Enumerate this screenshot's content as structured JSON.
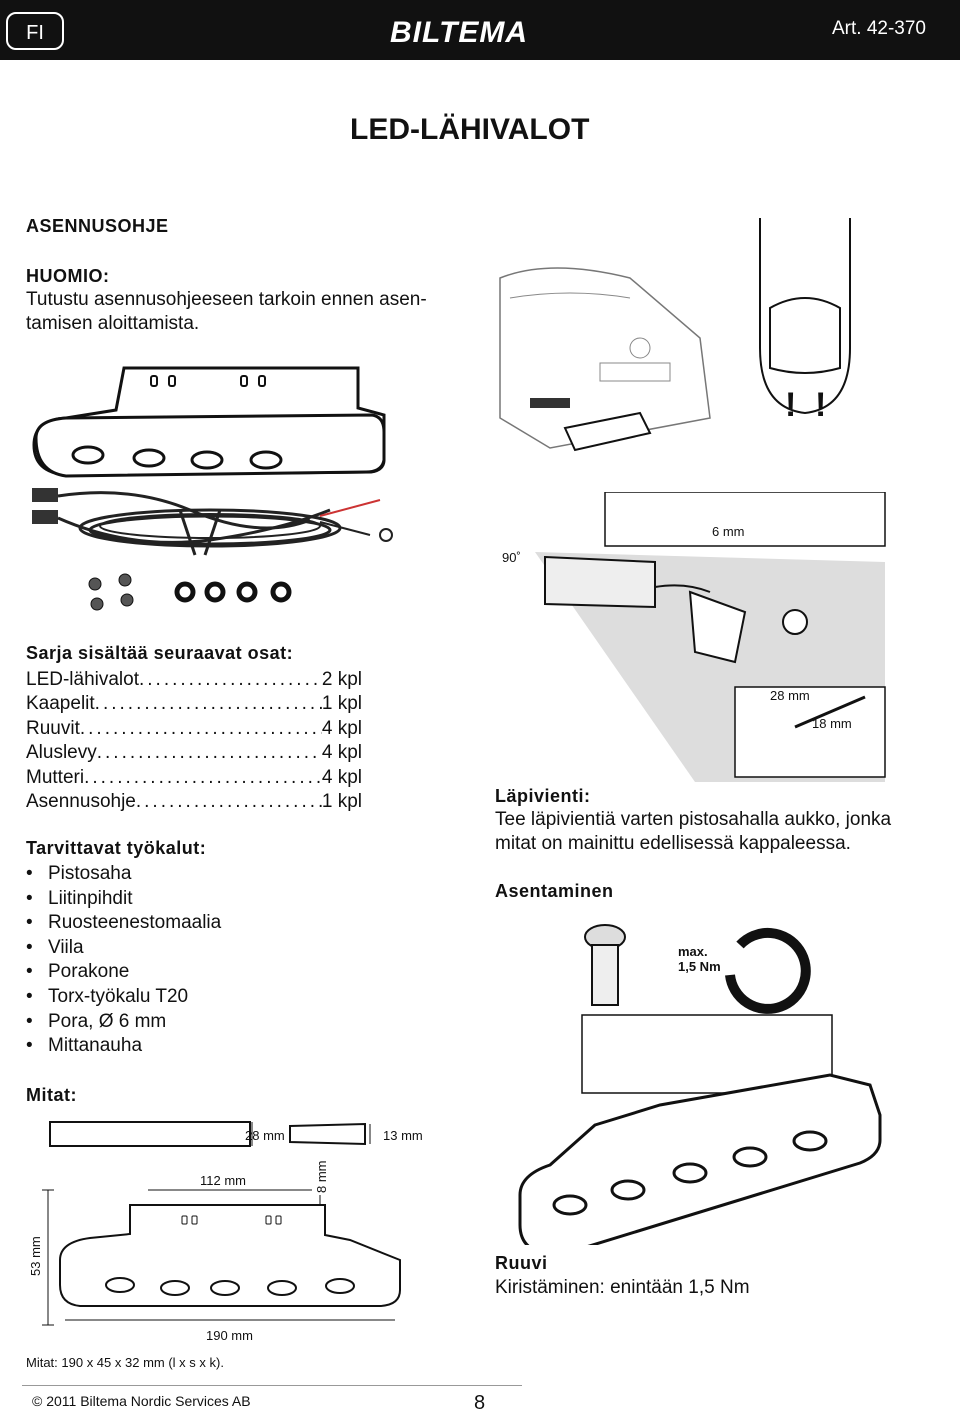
{
  "header": {
    "lang_badge": "FI",
    "brand": "BILTEMA",
    "article": "Art. 42-370"
  },
  "title": "LED-LÄHIVALOT",
  "install_heading": "ASENNUSOHJE",
  "note": {
    "heading": "HUOMIO:",
    "line1": "Tutustu asennusohjeeseen tarkoin ennen asen-",
    "line2": "tamisen aloittamista."
  },
  "kit": {
    "heading": "Sarja sisältää seuraavat osat:",
    "items": [
      {
        "label": "LED-lähivalot",
        "qty": "2 kpl"
      },
      {
        "label": "Kaapelit",
        "qty": "1 kpl"
      },
      {
        "label": "Ruuvit",
        "qty": "4 kpl"
      },
      {
        "label": "Aluslevy",
        "qty": "4 kpl"
      },
      {
        "label": "Mutteri",
        "qty": "4 kpl"
      },
      {
        "label": "Asennusohje",
        "qty": "1 kpl"
      }
    ]
  },
  "tools": {
    "heading": "Tarvittavat työkalut:",
    "items": [
      "Pistosaha",
      "Liitinpihdit",
      "Ruosteenestomaalia",
      "Viila",
      "Porakone",
      "Torx-työkalu T20",
      "Pora, Ø 6 mm",
      "Mittanauha"
    ]
  },
  "dimensions": {
    "heading": "Mitat:",
    "side_height": "28 mm",
    "plug_length": "13 mm",
    "bracket_width": "112 mm",
    "bracket_height": "8 mm",
    "total_height": "53 mm",
    "total_width": "190 mm",
    "caption": "Mitat: 190 x 45 x 32 mm (l x s x k)."
  },
  "drill_diagram": {
    "drill_size": "6 mm",
    "angle": "90˚",
    "hole_width": "28 mm",
    "hole_height": "18 mm"
  },
  "passthrough": {
    "heading": "Läpivienti:",
    "line1": "Tee läpivientiä varten pistosahalla aukko, jonka",
    "line2": "mitat on mainittu edellisessä kappaleessa."
  },
  "mounting": {
    "heading": "Asentaminen",
    "torque_badge_line1": "max.",
    "torque_badge_line2": "1,5 Nm"
  },
  "screw": {
    "heading": "Ruuvi",
    "text": "Kiristäminen: enintään 1,5 Nm"
  },
  "footer": {
    "copyright": "© 2011 Biltema Nordic Services AB",
    "page": "8"
  }
}
